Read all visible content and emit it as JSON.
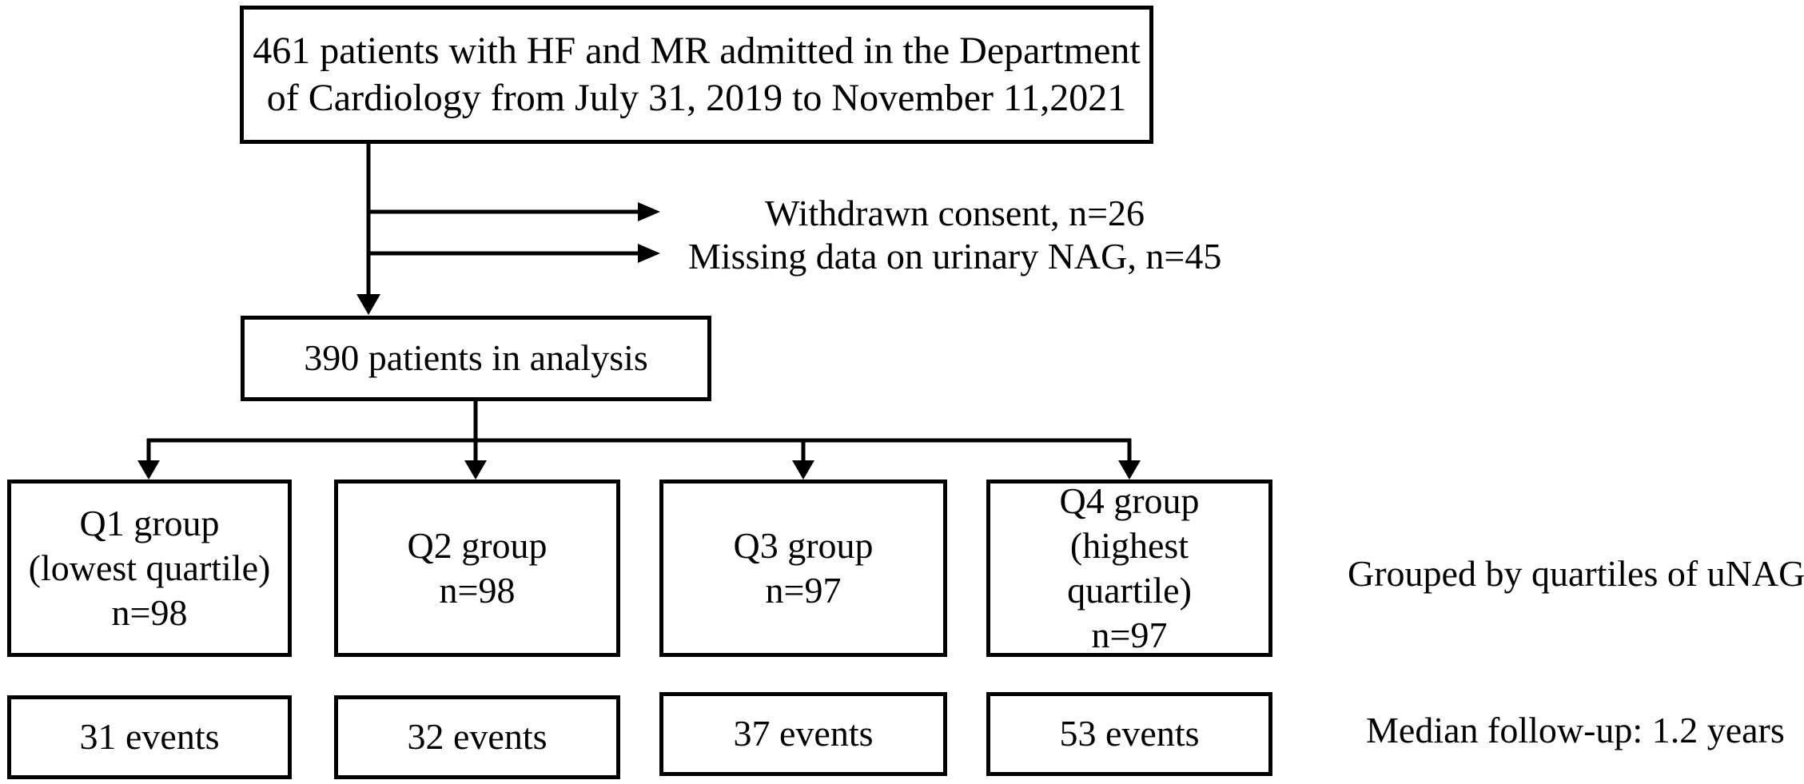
{
  "top_box": {
    "line1": "461 patients with HF and MR admitted in the Department",
    "line2": "of Cardiology from July 31, 2019 to November 11,2021"
  },
  "exclusions": [
    {
      "label": "Withdrawn consent, n=26"
    },
    {
      "label": "Missing data on urinary NAG, n=45"
    }
  ],
  "analysis_box": {
    "label": "390 patients in analysis"
  },
  "groups": [
    {
      "lines": [
        "Q1 group",
        "(lowest quartile)",
        "n=98"
      ]
    },
    {
      "lines": [
        "Q2 group",
        "n=98"
      ]
    },
    {
      "lines": [
        "Q3 group",
        "n=97"
      ]
    },
    {
      "lines": [
        "Q4 group",
        "(highest",
        "quartile)",
        "n=97"
      ]
    }
  ],
  "events": [
    {
      "label": "31 events"
    },
    {
      "label": "32 events"
    },
    {
      "label": "37 events"
    },
    {
      "label": "53 events"
    }
  ],
  "side_notes": {
    "grouping": "Grouped by quartiles of uNAG",
    "followup": "Median follow-up: 1.2 years"
  }
}
